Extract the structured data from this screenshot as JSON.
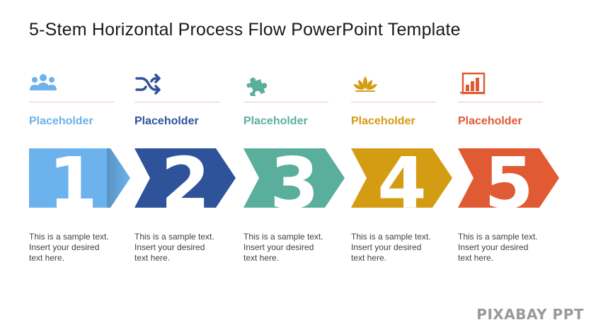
{
  "title": "5-Stem Horizontal Process Flow PowerPoint Template",
  "steps": [
    {
      "number": "1",
      "heading": "Placeholder",
      "text": "This is a sample text.\nInsert your desired\ntext here.",
      "color": "#6cb2ec",
      "icon": "people-group-icon"
    },
    {
      "number": "2",
      "heading": "Placeholder",
      "text": "This is a sample text.\nInsert your desired\ntext here.",
      "color": "#2e539a",
      "icon": "shuffle-icon"
    },
    {
      "number": "3",
      "heading": "Placeholder",
      "text": "This is a sample text.\nInsert your desired\ntext here.",
      "color": "#5aaf9c",
      "icon": "puzzle-piece-icon"
    },
    {
      "number": "4",
      "heading": "Placeholder",
      "text": "This is a sample text.\nInsert your desired\ntext here.",
      "color": "#d49c12",
      "icon": "lotus-icon"
    },
    {
      "number": "5",
      "heading": "Placeholder",
      "text": "This is a sample text.\nInsert your desired\ntext here.",
      "color": "#e05a34",
      "icon": "bar-chart-icon"
    }
  ],
  "watermark": "PIXABAY PPT"
}
